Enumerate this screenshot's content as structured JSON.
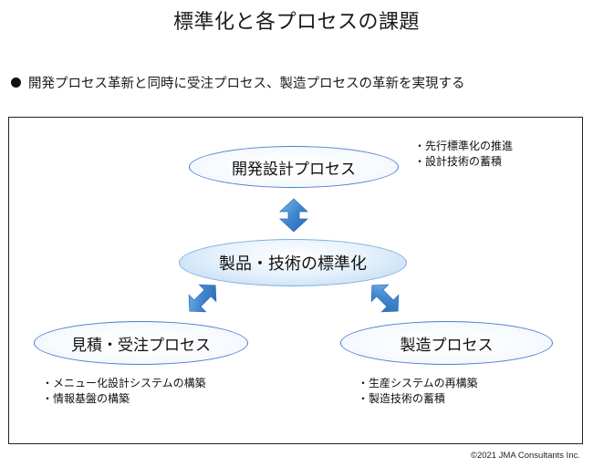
{
  "title": "標準化と各プロセスの課題",
  "bullet": "開発プロセス革新と同時に受注プロセス、製造プロセスの革新を実現する",
  "nodes": {
    "top": "開発設計プロセス",
    "center": "製品・技術の標準化",
    "left": "見積・受注プロセス",
    "right": "製造プロセス"
  },
  "notes": {
    "top": [
      "・先行標準化の推進",
      "・設計技術の蓄積"
    ],
    "left": [
      "・メニュー化設計システムの構築",
      "・情報基盤の構築"
    ],
    "right": [
      "・生産システムの再構築",
      "・製造技術の蓄積"
    ]
  },
  "copyright": "©2021 JMA Consultants Inc.",
  "colors": {
    "ellipse_border": "#4a7fd0",
    "center_fill": "#b9d7f2",
    "arrow_fill": "#3a7fc8"
  }
}
